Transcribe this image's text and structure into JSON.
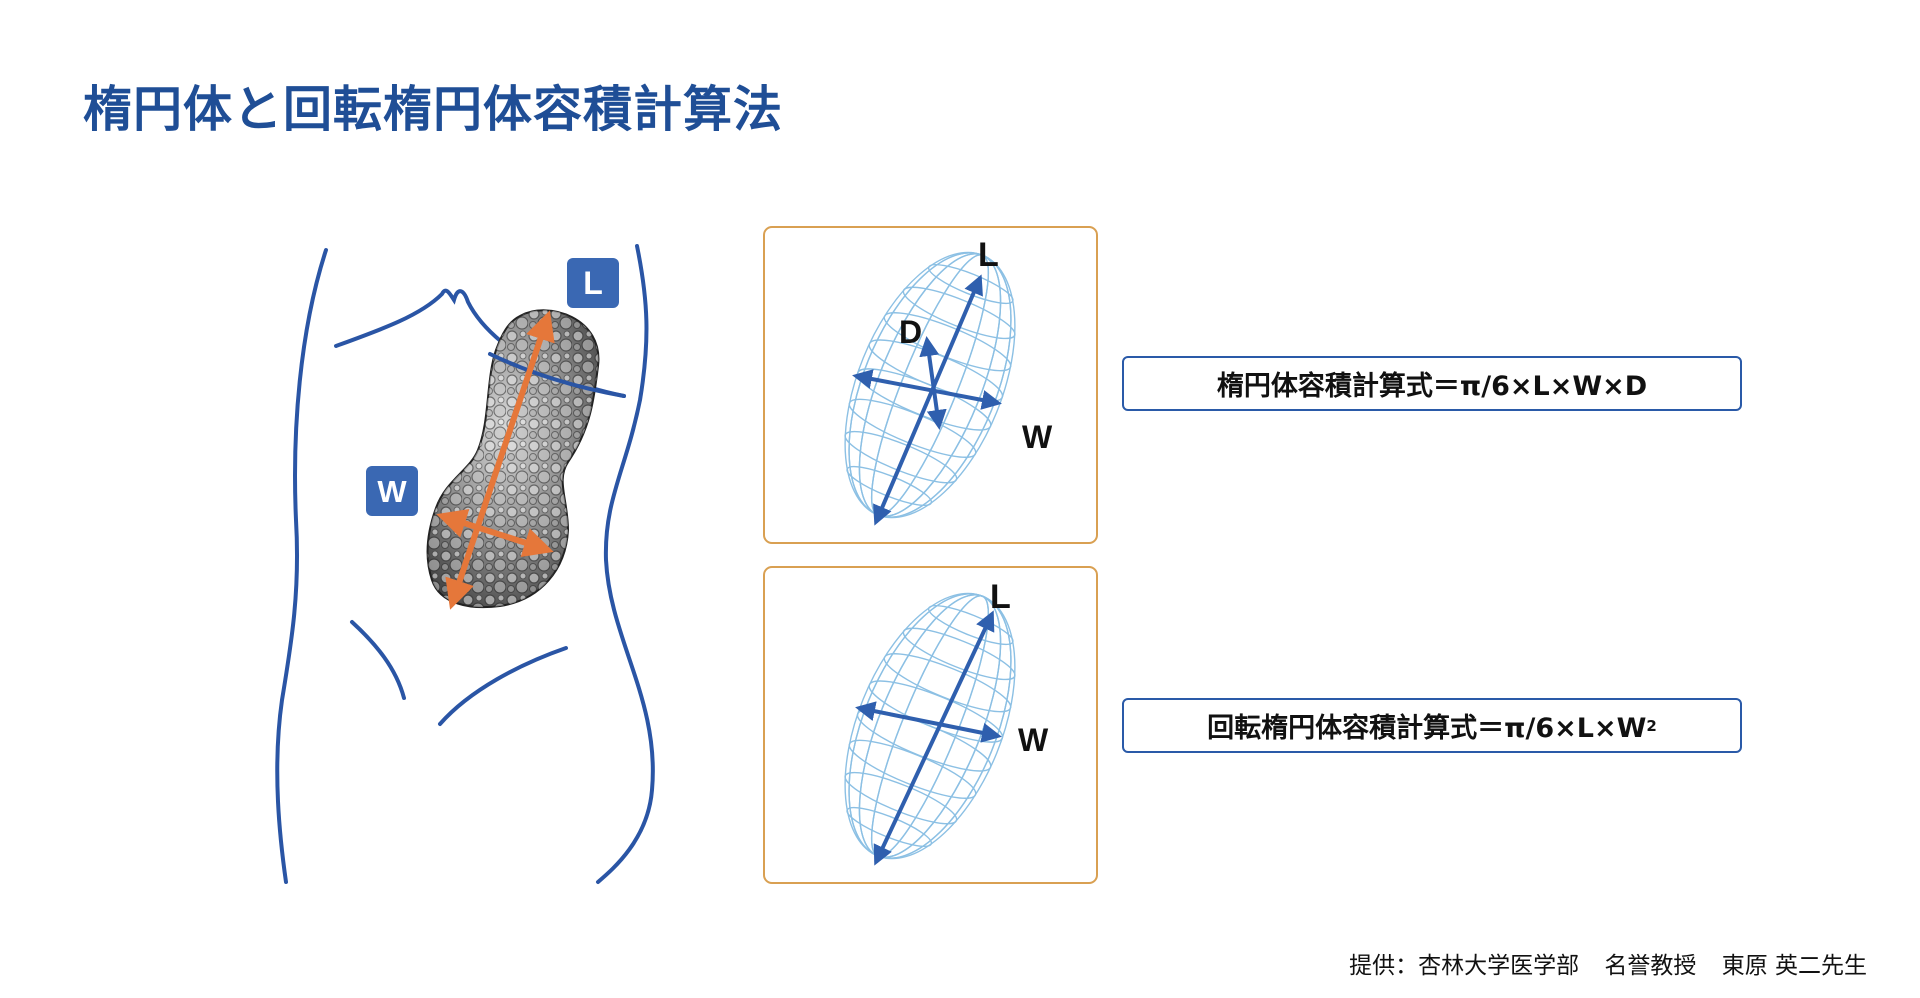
{
  "title": "楕円体と回転楕円体容積計算法",
  "body_labels": {
    "L": "L",
    "W": "W"
  },
  "ellipsoid_labels": {
    "L": "L",
    "D": "D",
    "W": "W"
  },
  "spheroid_labels": {
    "L": "L",
    "W": "W"
  },
  "formulas": {
    "ellipsoid": "楕円体容積計算式＝π/6×L×W×D",
    "spheroid_prefix": "回転楕円体容積計算式＝π/6×L×W",
    "spheroid_exp": "2"
  },
  "credit": {
    "provider": "提供：杏林大学医学部",
    "position": "名誉教授",
    "name": "東原 英二先生"
  },
  "colors": {
    "title": "#1f4e96",
    "outline": "#2a55a5",
    "badge": "#3a68b3",
    "orange": "#e5773a",
    "wire": "#8cc0e4",
    "frame": "#d9a052",
    "axis": "#2f5fae"
  }
}
